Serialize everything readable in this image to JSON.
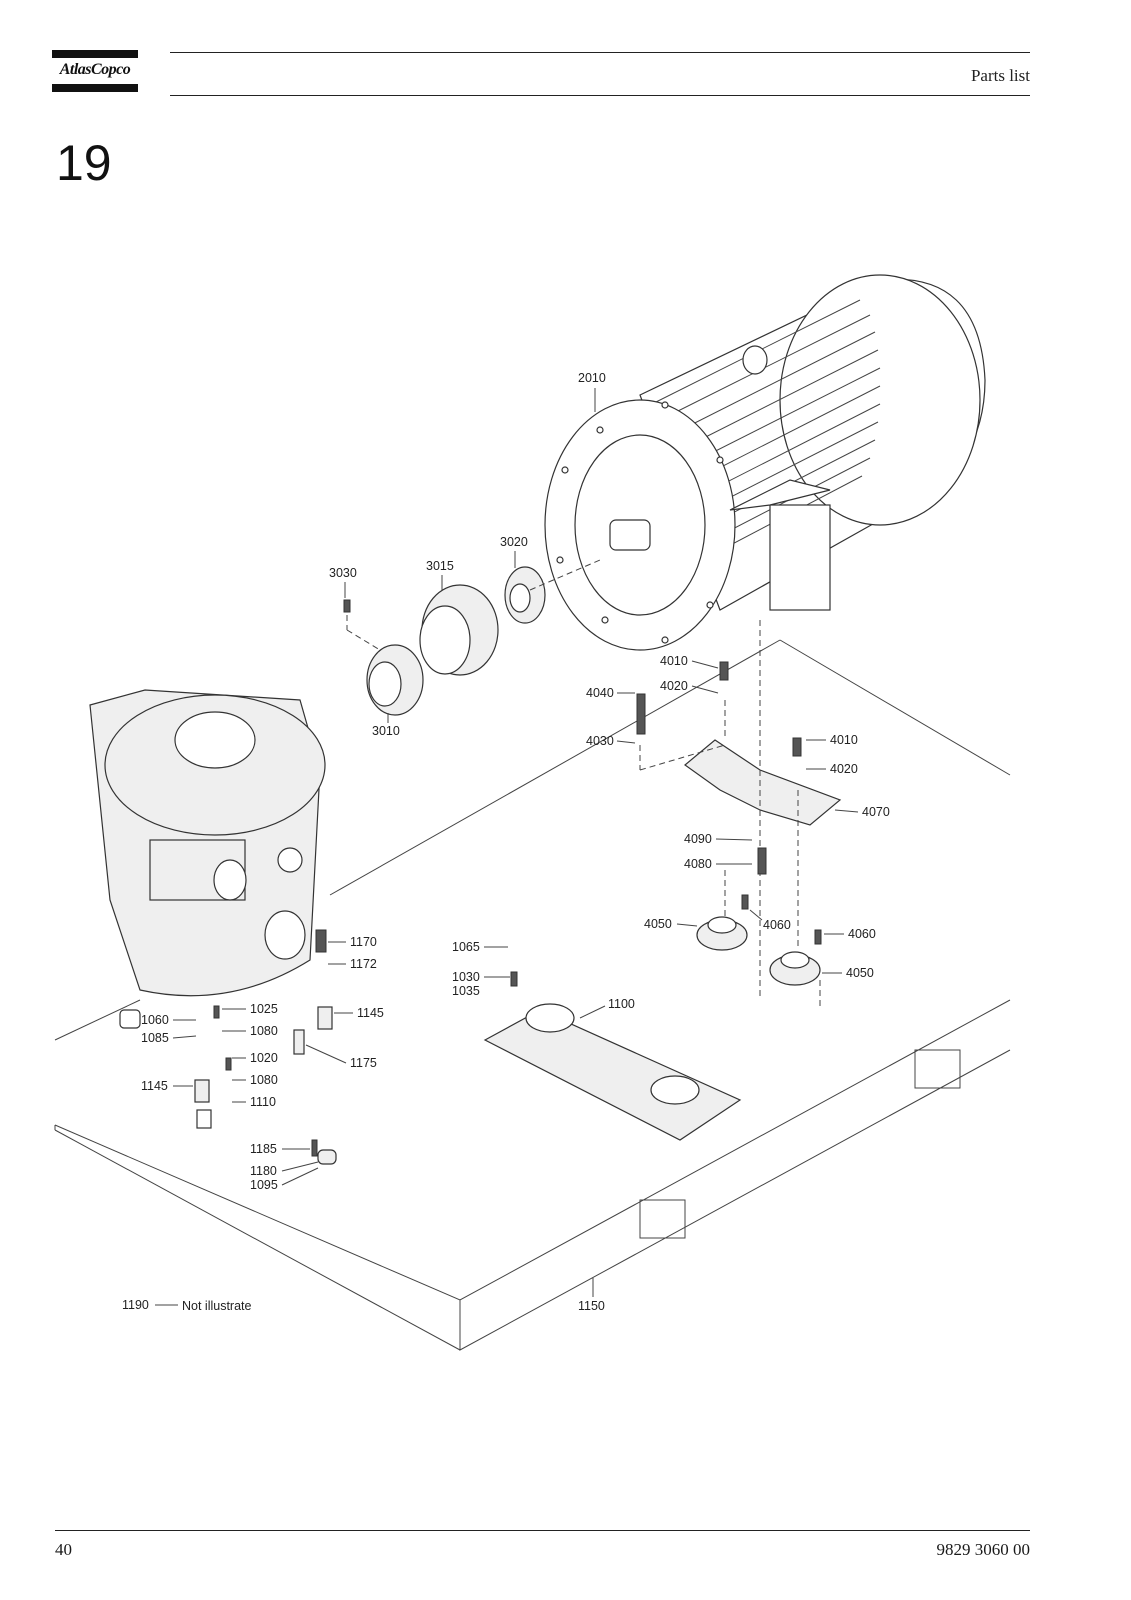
{
  "header": {
    "logo_text": "AtlasCopco",
    "title": "Parts list"
  },
  "section_number": "19",
  "callouts": {
    "c2010": "2010",
    "c3020": "3020",
    "c3015": "3015",
    "c3030": "3030",
    "c3010": "3010",
    "c4010a": "4010",
    "c4020a": "4020",
    "c4040": "4040",
    "c4030": "4030",
    "c4010b": "4010",
    "c4020b": "4020",
    "c4070": "4070",
    "c4090": "4090",
    "c4080": "4080",
    "c4050a": "4050",
    "c4060a": "4060",
    "c4060b": "4060",
    "c4050b": "4050",
    "c1170": "1170",
    "c1172": "1172",
    "c1065": "1065",
    "c1030": "1030",
    "c1035": "1035",
    "c1100": "1100",
    "c1025": "1025",
    "c1060": "1060",
    "c1080a": "1080",
    "c1085": "1085",
    "c1145a": "1145",
    "c1020": "1020",
    "c1175": "1175",
    "c1145b": "1145",
    "c1080b": "1080",
    "c1110": "1110",
    "c1185": "1185",
    "c1180": "1180",
    "c1095": "1095",
    "c1190": "1190",
    "c1190_note": "Not illustrate",
    "c1150": "1150"
  },
  "footer": {
    "page_number": "40",
    "document_number": "9829 3060 00"
  }
}
